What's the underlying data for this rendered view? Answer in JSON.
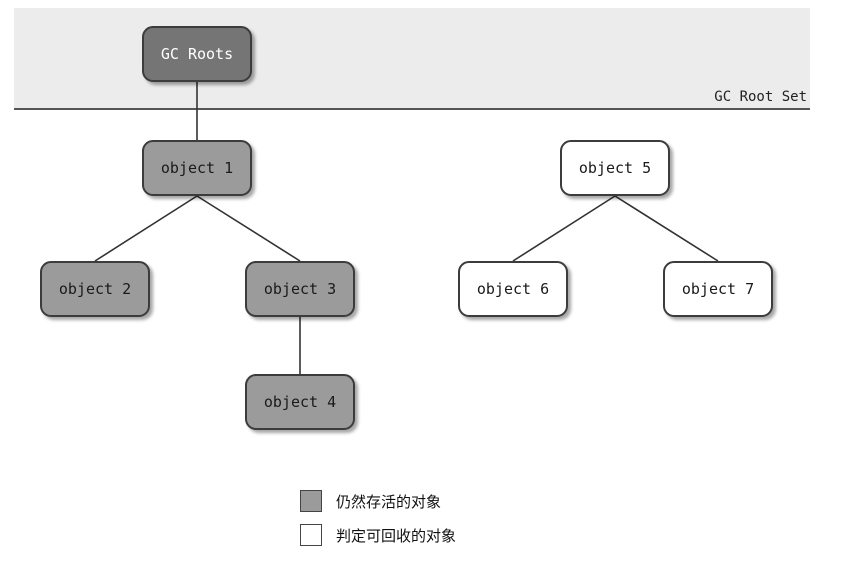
{
  "root_set": {
    "label": "GC Root Set"
  },
  "colors": {
    "root": "#757575",
    "alive": "#9b9b9b",
    "dead": "#ffffff",
    "border": "#3c3c3c",
    "edge": "#333333"
  },
  "nodes": {
    "gc_roots": "GC Roots",
    "object1": "object 1",
    "object2": "object 2",
    "object3": "object 3",
    "object4": "object 4",
    "object5": "object 5",
    "object6": "object 6",
    "object7": "object 7"
  },
  "edges": [
    [
      "gc_roots",
      "object1"
    ],
    [
      "object1",
      "object2"
    ],
    [
      "object1",
      "object3"
    ],
    [
      "object3",
      "object4"
    ],
    [
      "object5",
      "object6"
    ],
    [
      "object5",
      "object7"
    ]
  ],
  "legend": {
    "alive": "仍然存活的对象",
    "reclaimable": "判定可回收的对象"
  }
}
